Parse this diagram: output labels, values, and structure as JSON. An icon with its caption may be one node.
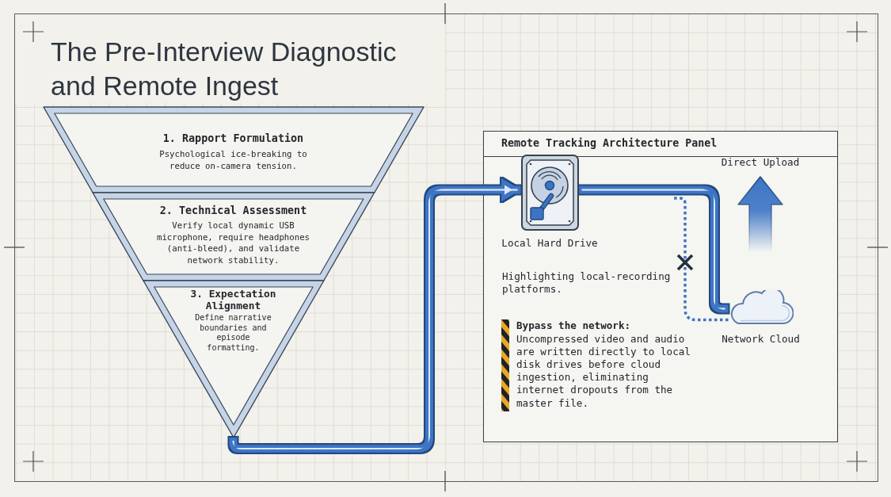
{
  "diagram": {
    "title": "The Pre-Interview Diagnostic and Remote Ingest",
    "nodes": [
      {
        "text": [
          "1. Rapport Formulation",
          "Psychological ice-breaking to reduce on-camera tension."
        ]
      },
      {
        "text": [
          "2. Technical Assessment",
          "Verify local dynamic USB microphone, require headphones (anti-bleed), and validate network stability."
        ]
      },
      {
        "text": [
          "3. Expectation Alignment",
          "Define narrative boundaries and episode formatting."
        ]
      },
      {
        "text": [
          "Remote Tracking Architecture Panel"
        ]
      },
      {
        "text": [],
        "shape": "picture",
        "in": 3,
        "beside": [
          "Local Hard Drive"
        ]
      },
      {
        "text": [],
        "shape": "cloud",
        "in": 3,
        "beside": [
          "Network Cloud"
        ]
      }
    ],
    "edges": [
      {
        "from": 2,
        "to": 4,
        "arrow": "to"
      },
      {
        "from": 4,
        "to": 5,
        "arrow": "none"
      },
      {
        "from": 5,
        "to": null,
        "arrow": "none",
        "style": "dashed"
      }
    ],
    "labels": [
      "Direct Upload",
      "Highlighting local-recording platforms.",
      "Bypass the network:",
      "Uncompressed video and audio are written directly to local disk drives before cloud ingestion, eliminating internet dropouts from the master file."
    ]
  }
}
